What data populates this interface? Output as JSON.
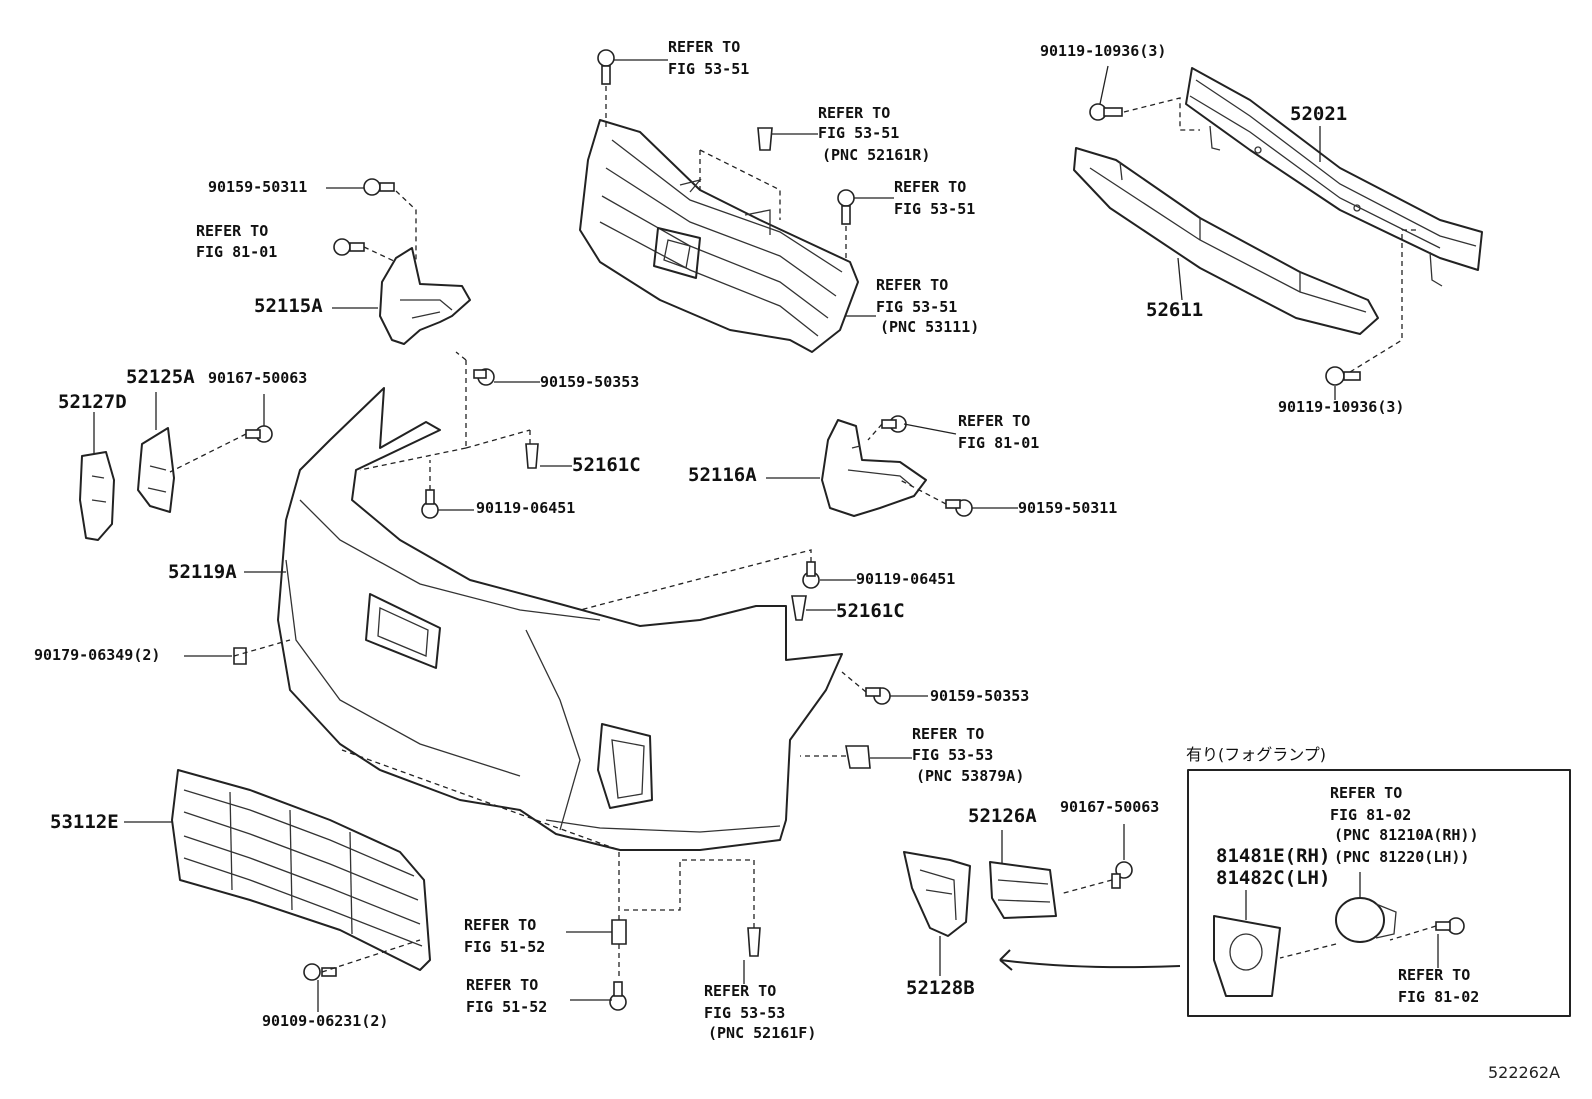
{
  "diagram_id": "522262A",
  "fog_lamp_box_title": "有り(フォグランプ)",
  "labels": {
    "refer_fig_53_51_top": [
      "REFER TO",
      "FIG 53-51"
    ],
    "refer_fig_53_51_r": [
      "REFER TO",
      "FIG 53-51",
      "(PNC 52161R)"
    ],
    "refer_fig_53_51_b": [
      "REFER TO",
      "FIG 53-51"
    ],
    "refer_fig_53_51_c": [
      "REFER TO",
      "FIG 53-51",
      "(PNC 53111)"
    ],
    "p_90119_10936_top": "90119-10936(3)",
    "p_52021": "52021",
    "p_52611": "52611",
    "p_90119_10936_bot": "90119-10936(3)",
    "p_90159_50311_left": "90159-50311",
    "refer_fig_81_01_left": [
      "REFER TO",
      "FIG 81-01"
    ],
    "p_52115A": "52115A",
    "p_52125A": "52125A",
    "p_90167_50063_left": "90167-50063",
    "p_52127D": "52127D",
    "p_90159_50353_top": "90159-50353",
    "p_52161C_top": "52161C",
    "refer_fig_81_01_right": [
      "REFER TO",
      "FIG 81-01"
    ],
    "p_52116A": "52116A",
    "p_90159_50311_right": "90159-50311",
    "p_90119_06451_top": "90119-06451",
    "p_52119A": "52119A",
    "p_90119_06451_right": "90119-06451",
    "p_52161C_right": "52161C",
    "p_90179_06349": "90179-06349(2)",
    "p_90159_50353_right": "90159-50353",
    "refer_fig_53_53_a": [
      "REFER TO",
      "FIG 53-53",
      "(PNC 53879A)"
    ],
    "p_53112E": "53112E",
    "p_90167_50063_right": "90167-50063",
    "p_52126A": "52126A",
    "refer_fig_81_02_top": [
      "REFER TO",
      "FIG 81-02",
      "(PNC 81210A(RH))",
      "(PNC 81220(LH))"
    ],
    "p_81481E": "81481E(RH)",
    "p_81482C": "81482C(LH)",
    "refer_fig_51_52_a": [
      "REFER TO",
      "FIG 51-52"
    ],
    "refer_fig_51_52_b": [
      "REFER TO",
      "FIG 51-52"
    ],
    "refer_fig_53_53_b": [
      "REFER TO",
      "FIG 53-53",
      "(PNC 52161F)"
    ],
    "p_90109_06231": "90109-06231(2)",
    "p_52128B": "52128B",
    "refer_fig_81_02_bot": [
      "REFER TO",
      "FIG 81-02"
    ]
  }
}
